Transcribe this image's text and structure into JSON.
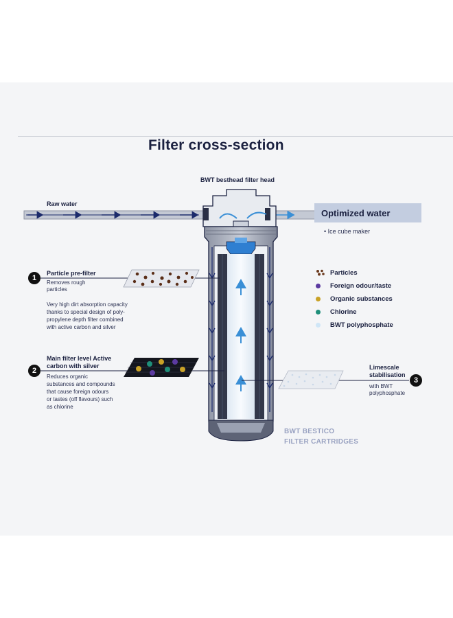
{
  "title": "Filter cross-section",
  "head_label": "BWT besthead filter head",
  "raw_water": "Raw water",
  "optimized_water": "Optimized water",
  "ice_cube": "• Ice cube maker",
  "stage1": {
    "num": "1",
    "title": "Particle pre-filter",
    "desc": [
      "Removes rough",
      "particles"
    ],
    "detail": [
      "Very high dirt absorption capacity",
      "thanks to special design of poly-",
      "propylene depth filter combined",
      "with active carbon and silver"
    ]
  },
  "stage2": {
    "num": "2",
    "title": [
      "Main filter level Active",
      "carbon with silver"
    ],
    "desc": [
      "Reduces organic",
      "substances and compounds",
      "that cause foreign odours",
      "or tastes (off flavours) such",
      "as chlorine"
    ]
  },
  "stage3": {
    "num": "3",
    "title": [
      "Limescale",
      "stabilisation"
    ],
    "desc": [
      "with BWT",
      "polyphosphate"
    ]
  },
  "legend": [
    {
      "label": "Particles",
      "color": "#6b3a1e",
      "icon": "particles-icon"
    },
    {
      "label": "Foreign odour/taste",
      "color": "#5b3aa0"
    },
    {
      "label": "Organic substances",
      "color": "#c9a227"
    },
    {
      "label": "Chlorine",
      "color": "#1f8f7a"
    },
    {
      "label": "BWT polyphosphate",
      "color": "#cfe6f7"
    }
  ],
  "brand": [
    "BWT BESTICO",
    "FILTER CARTRIDGES"
  ],
  "colors": {
    "navy": "#1b2140",
    "pipe": "#b9bfcc",
    "accent_blue": "#3a8fd6"
  }
}
